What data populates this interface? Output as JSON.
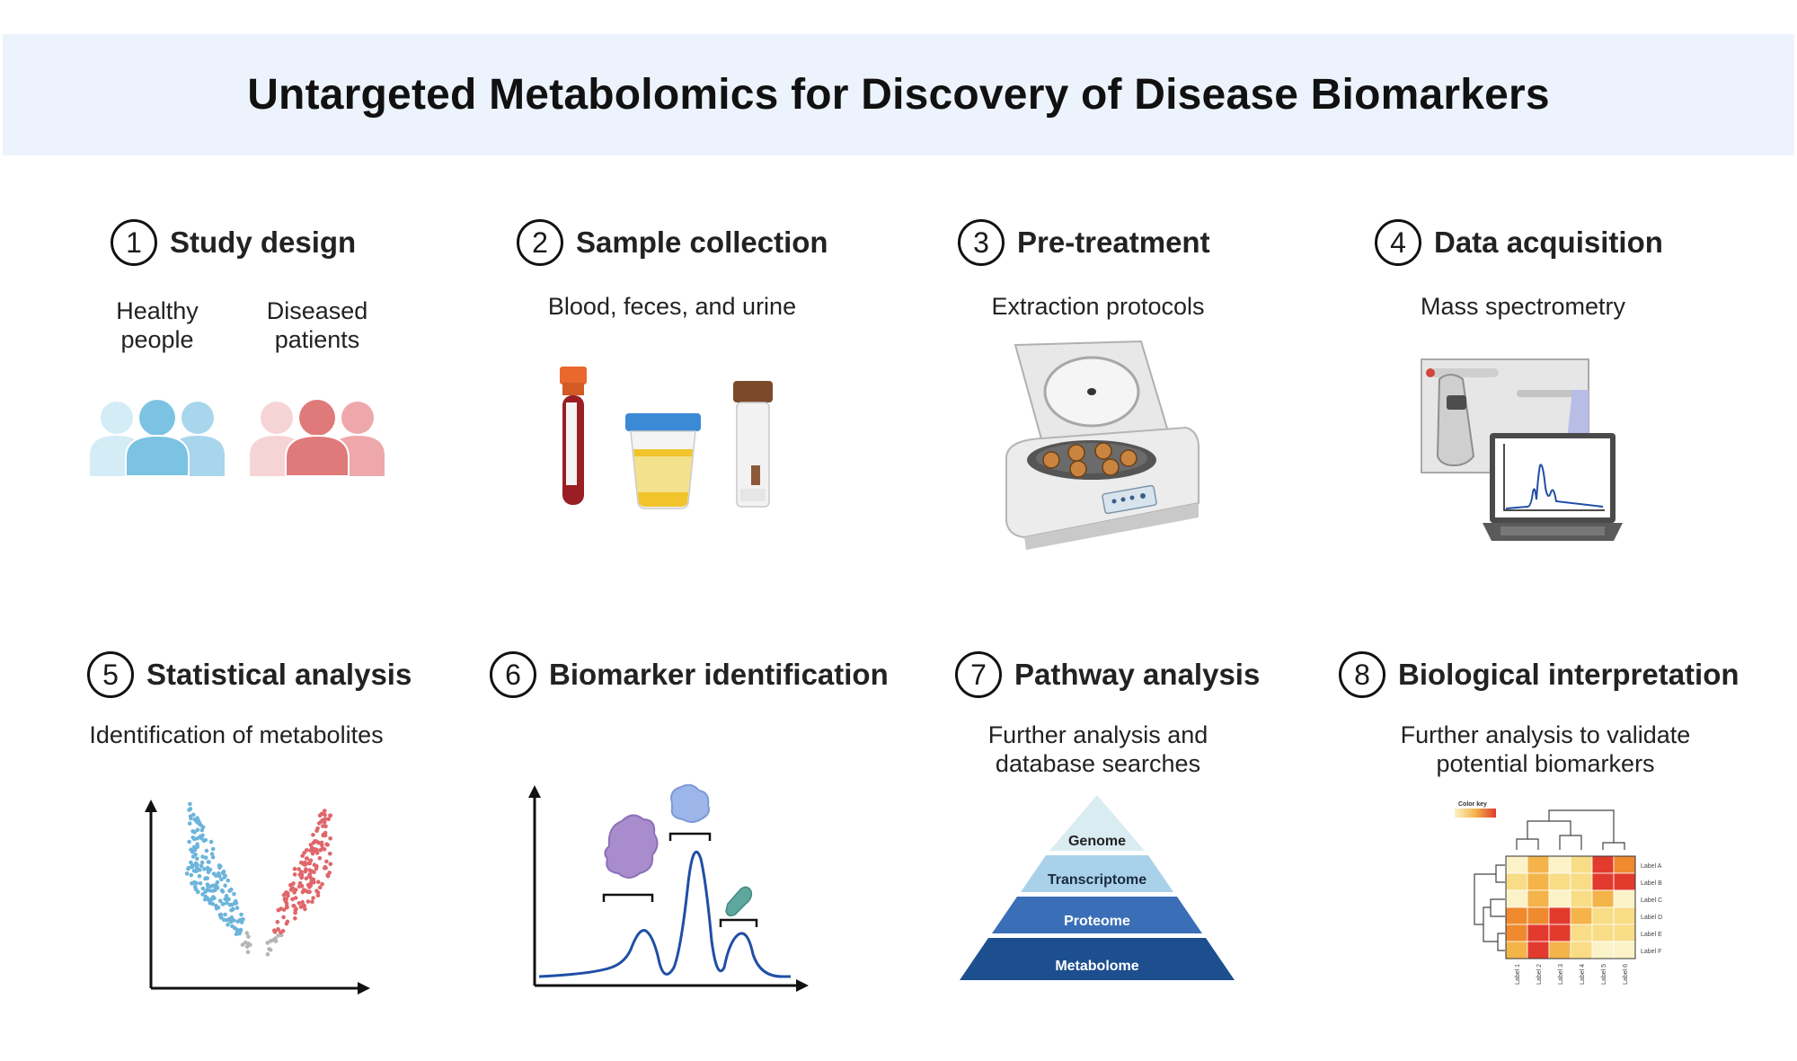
{
  "title": "Untargeted Metabolomics for Discovery of Disease Biomarkers",
  "steps": [
    {
      "num": "1",
      "title": "Study design"
    },
    {
      "num": "2",
      "title": "Sample collection",
      "subtitle": "Blood, feces, and urine"
    },
    {
      "num": "3",
      "title": "Pre-treatment",
      "subtitle": "Extraction protocols"
    },
    {
      "num": "4",
      "title": "Data acquisition",
      "subtitle": "Mass spectrometry"
    },
    {
      "num": "5",
      "title": "Statistical analysis",
      "subtitle": "Identification of metabolites"
    },
    {
      "num": "6",
      "title": "Biomarker identification"
    },
    {
      "num": "7",
      "title": "Pathway analysis",
      "subtitle_line1": "Further analysis and",
      "subtitle_line2": "database searches"
    },
    {
      "num": "8",
      "title": "Biological interpretation",
      "subtitle_line1": "Further analysis to validate",
      "subtitle_line2": "potential biomarkers"
    }
  ],
  "groups": {
    "healthy_line1": "Healthy",
    "healthy_line2": "people",
    "diseased_line1": "Diseased",
    "diseased_line2": "patients"
  },
  "pyramid": [
    "Genome",
    "Transcriptome",
    "Proteome",
    "Metabolome"
  ],
  "heatmap": {
    "color_key": "Color key",
    "row_labels": [
      "Label A",
      "Label B",
      "Label C",
      "Label D",
      "Label E",
      "Label F"
    ],
    "col_labels": [
      "Label 1",
      "Label 2",
      "Label 3",
      "Label 4",
      "Label 5",
      "Label 6"
    ]
  },
  "colors": {
    "banner": "#ecf3fc",
    "healthy": "#7cc3e3",
    "diseased": "#e07a7a",
    "curve": "#1f4fa6",
    "pyramid": [
      "#d9ecf2",
      "#a9d2ea",
      "#3a6fb8",
      "#1d4f8f"
    ]
  }
}
